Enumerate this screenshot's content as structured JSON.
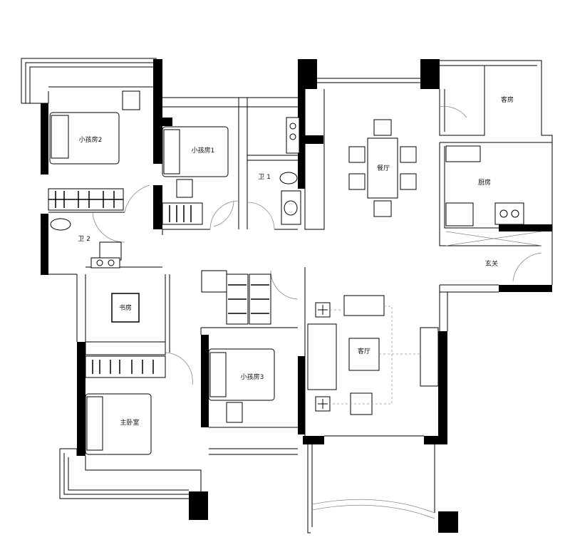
{
  "rooms": {
    "child_room_2": "小孩房2",
    "child_room_1": "小孩房1",
    "bath_1": "卫 1",
    "dining": "餐厅",
    "guest_room": "客房",
    "kitchen": "厨房",
    "bath_2": "卫 2",
    "entrance": "玄关",
    "study": "书房",
    "living": "客厅",
    "child_room_3": "小孩房3",
    "master_bedroom": "主卧室"
  }
}
